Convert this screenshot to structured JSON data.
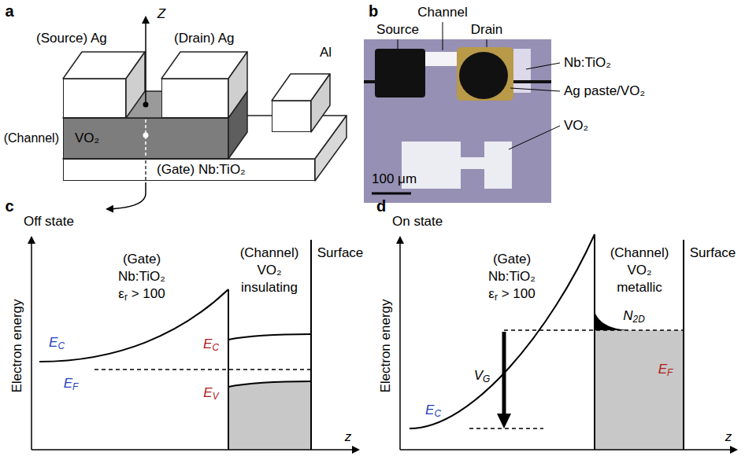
{
  "diagram": {
    "nodes": [
      {
        "text": [
          "(Gate) Nb:TiO₂"
        ]
      },
      {
        "text": [
          "(Channel)",
          "VO₂"
        ]
      },
      {
        "text": [
          "(Source) Ag"
        ]
      },
      {
        "text": [
          "(Drain) Ag"
        ]
      },
      {
        "text": [
          "Al"
        ]
      }
    ],
    "labels": [
      "a",
      "Z",
      "b",
      "Source",
      "Channel",
      "Drain",
      "Nb:TiO₂",
      "Ag paste/VO₂",
      "VO₂",
      "100 μm",
      "c",
      "Off state",
      "Electron energy",
      "(Gate)",
      "Nb:TiO₂",
      "εr > 100",
      "EC",
      "EF",
      "(Channel)",
      "VO₂",
      "insulating",
      "EC",
      "EV",
      "Surface",
      "z",
      "d",
      "On state",
      "Electron energy",
      "(Gate)",
      "Nb:TiO₂",
      "εr > 100",
      "VG",
      "EC",
      "(Channel)",
      "VO₂",
      "metallic",
      "N2D",
      "EF",
      "Surface",
      "z"
    ]
  }
}
